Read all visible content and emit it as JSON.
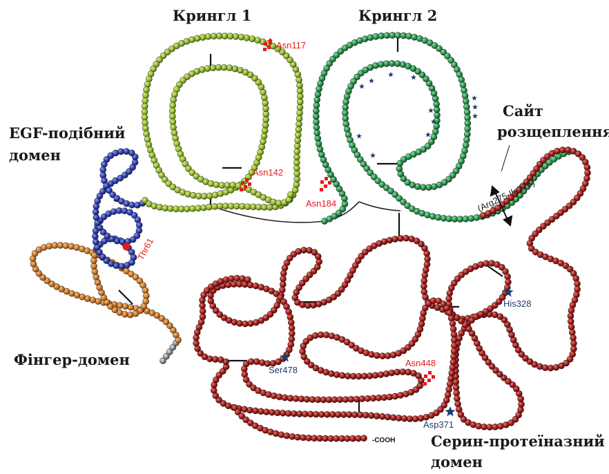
{
  "domains": {
    "kringle1": "Крингл 1",
    "kringle2": "Крингл 2",
    "egf_line1": "EGF-подібний",
    "egf_line2": "домен",
    "cleavage_line1": "Сайт",
    "cleavage_line2": "розщеплення",
    "finger": "Фінгер-домен",
    "serine_line1": "Серин-протеїназний",
    "serine_line2": "домен"
  },
  "sites": {
    "asn117": "Asn117",
    "asn142": "Asn142",
    "asn184": "Asn184",
    "asn448": "Asn448",
    "thr61": "Thr61",
    "his328": "His328",
    "ser478": "Ser478",
    "asp371": "Asp371",
    "cleavage_bond": "(Arg275-Ile276)"
  },
  "terminus": "-COOH",
  "colors": {
    "finger": "#c8772a",
    "egf": "#2b3aa8",
    "kringle1": "#8fb52b",
    "kringle2": "#2a8f4a",
    "serine_protease": "#9b1a1a",
    "n_terminus": "#8a8a8a",
    "glycosylation": "#e8191c",
    "catalytic_star": "#1f3b6b"
  }
}
